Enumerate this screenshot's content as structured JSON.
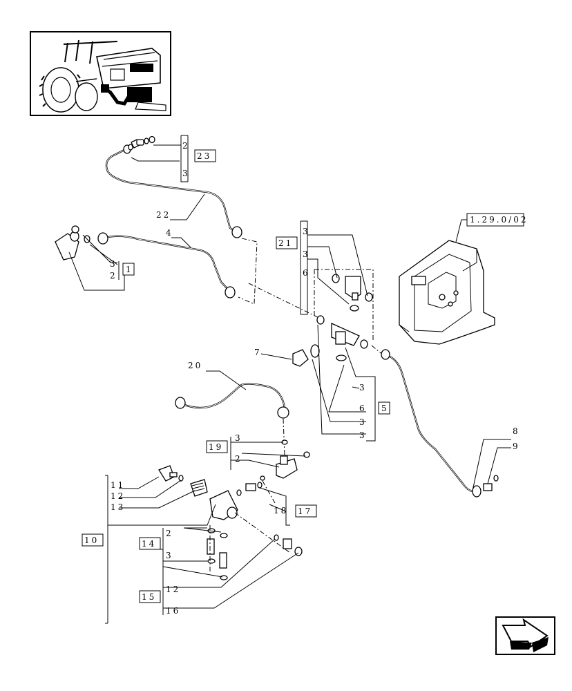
{
  "callouts": {
    "c1": "1",
    "c2": "2",
    "c3": "3",
    "c4": "4",
    "c5": "5",
    "c6": "6",
    "c7": "7",
    "c8": "8",
    "c9": "9",
    "c10": "10",
    "c11": "11",
    "c12": "12",
    "c13": "13",
    "c14": "14",
    "c15": "15",
    "c16": "16",
    "c17": "17",
    "c18": "18",
    "c19": "19",
    "c20": "20",
    "c21": "21",
    "c22": "22",
    "c23": "23"
  },
  "references": {
    "assembly_ref": "1.29.0/02"
  },
  "icons": {
    "thumbnail": "tractor-thumbnail-icon",
    "navigation": "next-page-arrow-icon"
  }
}
